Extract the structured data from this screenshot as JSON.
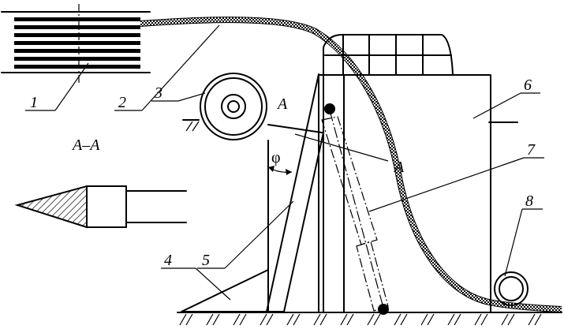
{
  "labels": {
    "n1": "1",
    "n2": "2",
    "n3": "3",
    "n4": "4",
    "n5": "5",
    "n6": "6",
    "n7": "7",
    "n8": "8",
    "section_top": "A",
    "section_mid": "A",
    "section_view": "A–A",
    "angle": "φ"
  }
}
